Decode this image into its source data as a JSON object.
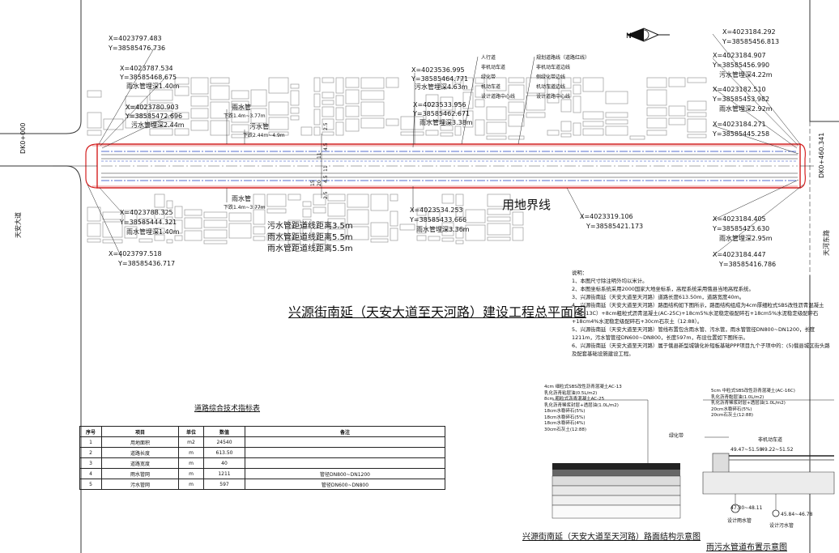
{
  "plan": {
    "title": "兴源街南延（天安大道至天河路）建设工程总平面图",
    "start_station": "DK0+000",
    "end_station": "DK0+460.341",
    "land_boundary_label": "用地界线",
    "left_road": "天安大道",
    "right_road": "天河东路",
    "spacing_notes": [
      "污水管距道线距离3.5m",
      "雨水管距道线距离5.5m",
      "雨水管距道线距离5.5m"
    ],
    "pipe_rain": "雨水管",
    "pipe_sewage": "污水管",
    "pipe_rain_detail": "下跌1.4m~3.77m",
    "pipe_rain_detail_bottom": "下跌1.4m~3.77m",
    "pipe_sewage_detail": "下跌2.44m~4.9m",
    "width_marks": [
      "2.5",
      "4.5",
      "11",
      "15",
      "20",
      "11",
      "4.5",
      "2.5"
    ]
  },
  "coords": [
    {
      "x": "X=4023797.483",
      "y": "Y=38585476.736"
    },
    {
      "x": "X=4023787.534",
      "y": "Y=38585468.675",
      "depth": "雨水管埋深1.40m"
    },
    {
      "x": "X=4023780.903",
      "y": "Y=38585472.696",
      "depth": "污水管埋深2.44m"
    },
    {
      "x": "X=4023536.995",
      "y": "Y=38585464.771",
      "depth": "污水管埋深4.63m"
    },
    {
      "x": "X=4023533.956",
      "y": "Y=38585462.671",
      "depth": "雨水管埋深3.38m"
    },
    {
      "x": "X=4023788.325",
      "y": "Y=38585444.321",
      "depth": "雨水管埋深1.40m"
    },
    {
      "x": "X=4023797.518",
      "y": "Y=38585436.717"
    },
    {
      "x": "X=4023534.253",
      "y": "Y=38585433.666",
      "depth": "雨水管埋深3.36m"
    },
    {
      "x": "X=4023319.106",
      "y": "Y=38585421.173"
    },
    {
      "x": "X=4023184.292",
      "y": "Y=38585456.813"
    },
    {
      "x": "X=4023184.907",
      "y": "Y=38585456.990",
      "depth": "污水管埋深4.22m"
    },
    {
      "x": "X=4023182.510",
      "y": "Y=38585453.982",
      "depth": "雨水管埋深2.92m"
    },
    {
      "x": "X=4023184.271",
      "y": "Y=38585445.258"
    },
    {
      "x": "X=4023184.405",
      "y": "Y=38585423.630",
      "depth": "雨水管埋深2.95m"
    },
    {
      "x": "X=4023184.447",
      "y": "Y=38585416.786"
    }
  ],
  "legend": {
    "left": [
      "人行道",
      "非机动车道",
      "绿化带",
      "机动车道",
      "设计道路中心线"
    ],
    "right": [
      "规划道路线（道路红线）",
      "非机动车道边线",
      "侧绿化带边线",
      "机动车道边线",
      "设计道路中心线"
    ]
  },
  "notes": {
    "heading": "说明：",
    "items": [
      "1、本图尺寸除注明外均以米计。",
      "2、本图坐标系统采用2000国家大地坐标系，高程系统采用俄县当地高程系统。",
      "3、兴源街南延（天安大道至天河路）道路长度613.50m，道路宽度40m。",
      "4、兴源街南延（天安大道至天河路）路面结构如下图所示，路面结构组成为4cm厚细粒式SBS改性沥青混凝土（AC-13C）+8cm粗粒式沥青混凝土(AC-25C)+18cm5%水泥稳定级配碎石+18cm5%水泥稳定级配碎石+18cm4%水泥稳定级配碎石+30cm石灰土（12:88）。",
      "5、兴源街南延（天安大道至天河路）管线布置包含雨水管、污水管，雨水管管径DN800~DN1200，长度1211m，污水管管径DN600~DN800，长度597m，布设位置如下图所示。",
      "6、兴源街南延（天安大道至天河路）属于俄县新型城镇化补短板基础PPP项目九个子项中的：(5)俄县城区街头路及配套基础设施建设工程。"
    ]
  },
  "indicator_table": {
    "title": "道路综合技术指标表",
    "headers": [
      "序号",
      "项目",
      "单位",
      "数值",
      "备注"
    ],
    "rows": [
      [
        "1",
        "用地面积",
        "m2",
        "24540",
        ""
      ],
      [
        "2",
        "道路长度",
        "m",
        "613.50",
        ""
      ],
      [
        "3",
        "道路宽度",
        "m",
        "40",
        ""
      ],
      [
        "4",
        "雨水管网",
        "m",
        "1211",
        "管径DN800~DN1200"
      ],
      [
        "5",
        "污水管网",
        "m",
        "597",
        "管径DN600~DN800"
      ]
    ]
  },
  "pavement": {
    "title": "兴源街南延（天安大道至天河路）路面结构示意图",
    "layers": [
      "4cm 细粒式SBS改性沥青混凝土AC-13",
      "乳化沥青粘层油(0.5L/m2)",
      "8cm 粗粒式沥青混凝土AC-25",
      "乳化沥青稀浆封层+透层油(1.0L/m2)",
      "18cm水稳碎石(5%)",
      "18cm水稳碎石(5%)",
      "18cm水稳碎石(4%)",
      "30cm石灰土(12:88)"
    ]
  },
  "pipe_layout": {
    "title": "雨污水管道布置示意图",
    "layers": [
      "5cm 中粒式SBS改性沥青混凝土(AC-16C)",
      "乳化沥青黏层油(1.0L/m2)",
      "乳化沥青稀浆封层+透层油(1.0L/m2)",
      "20cm水稳碎石(5%)",
      "20cm石灰土(12:88)"
    ],
    "green_belt": "绿化带",
    "nonmotor_lane": "非机动车道",
    "rain_pipe_label": "设计雨水管",
    "sewage_pipe_label": "设计污水管",
    "dim1": "49.47~51.58",
    "dim2": "49.22~51.52",
    "elev1": "47.30~48.11",
    "elev2": "45.84~46.78"
  },
  "colors": {
    "red_line": "#d42020",
    "blue_line": "#2040c0",
    "building": "#9a9a9a"
  },
  "icons": [
    "north-arrow-icon"
  ]
}
